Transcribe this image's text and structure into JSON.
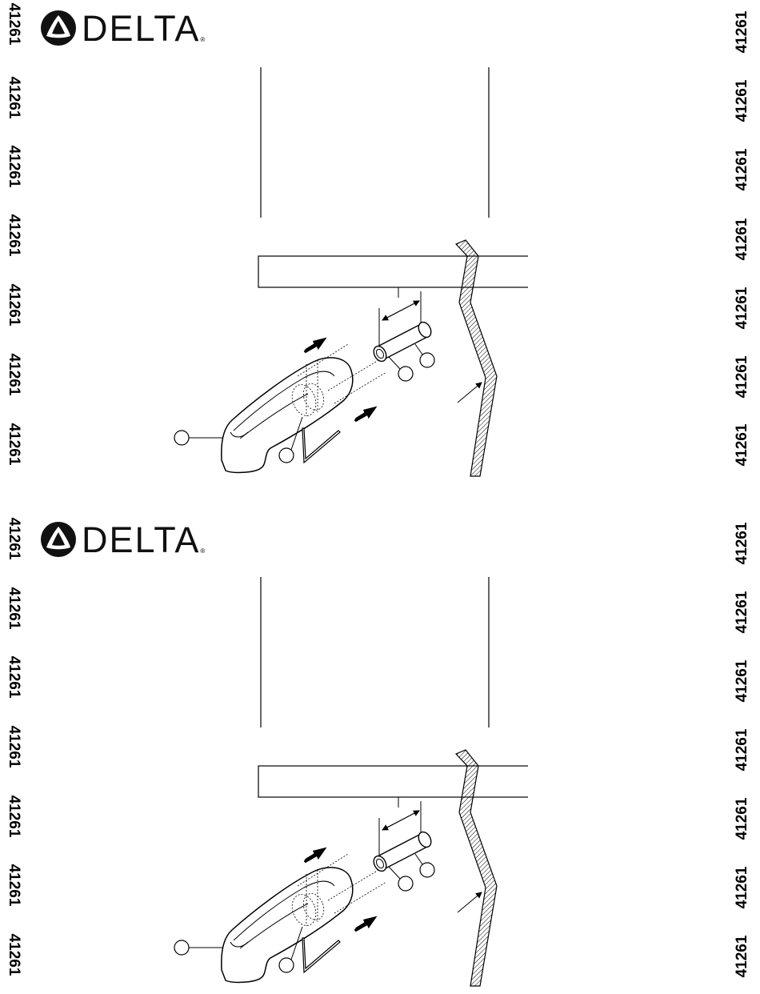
{
  "page_code": "41261",
  "logo": {
    "brand_text": "DELTA",
    "registered_mark": "®",
    "icon_name": "delta-triangle-logo-icon"
  },
  "panels": [
    {
      "id": "top"
    },
    {
      "id": "bottom"
    }
  ]
}
